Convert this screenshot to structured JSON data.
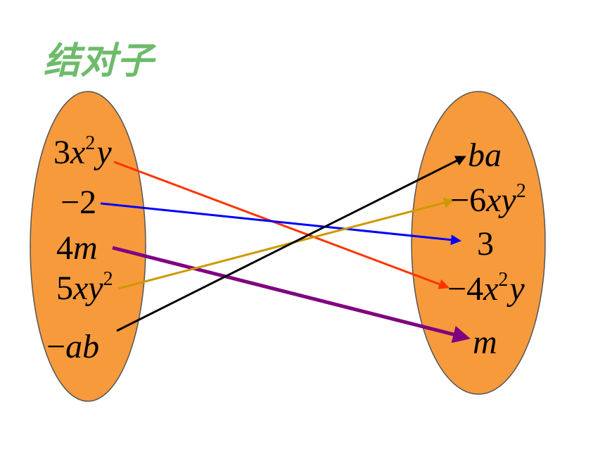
{
  "title": "结对子",
  "colors": {
    "oval_fill": "#f79a3c",
    "oval_stroke": "#555555",
    "title": "#6dbb6b",
    "red": "#ff3300",
    "blue": "#0000ff",
    "gold": "#cc9900",
    "black": "#000000",
    "purple": "#800080"
  },
  "left_terms": [
    {
      "coef": "3",
      "vars": "x",
      "sup": "2",
      "tail": "y"
    },
    {
      "coef": "−2",
      "vars": "",
      "sup": "",
      "tail": ""
    },
    {
      "coef": "4",
      "vars": "m",
      "sup": "",
      "tail": ""
    },
    {
      "coef": "5",
      "vars": "xy",
      "sup": "2",
      "tail": ""
    },
    {
      "coef": "−",
      "vars": "ab",
      "sup": "",
      "tail": ""
    }
  ],
  "right_terms": [
    {
      "coef": "",
      "vars": "ba",
      "sup": "",
      "tail": ""
    },
    {
      "coef": "−6",
      "vars": "xy",
      "sup": "2",
      "tail": ""
    },
    {
      "coef": "3",
      "vars": "",
      "sup": "",
      "tail": ""
    },
    {
      "coef": "−4",
      "vars": "x",
      "sup": "2",
      "tail": "y"
    },
    {
      "coef": "",
      "vars": "m",
      "sup": "",
      "tail": ""
    }
  ],
  "connections": [
    {
      "from": 0,
      "to": 3,
      "color": "#ff3300",
      "width": 3
    },
    {
      "from": 1,
      "to": 2,
      "color": "#0000ff",
      "width": 3
    },
    {
      "from": 2,
      "to": 4,
      "color": "#800080",
      "width": 5
    },
    {
      "from": 3,
      "to": 1,
      "color": "#cc9900",
      "width": 3
    },
    {
      "from": 4,
      "to": 0,
      "color": "#000000",
      "width": 3
    }
  ]
}
